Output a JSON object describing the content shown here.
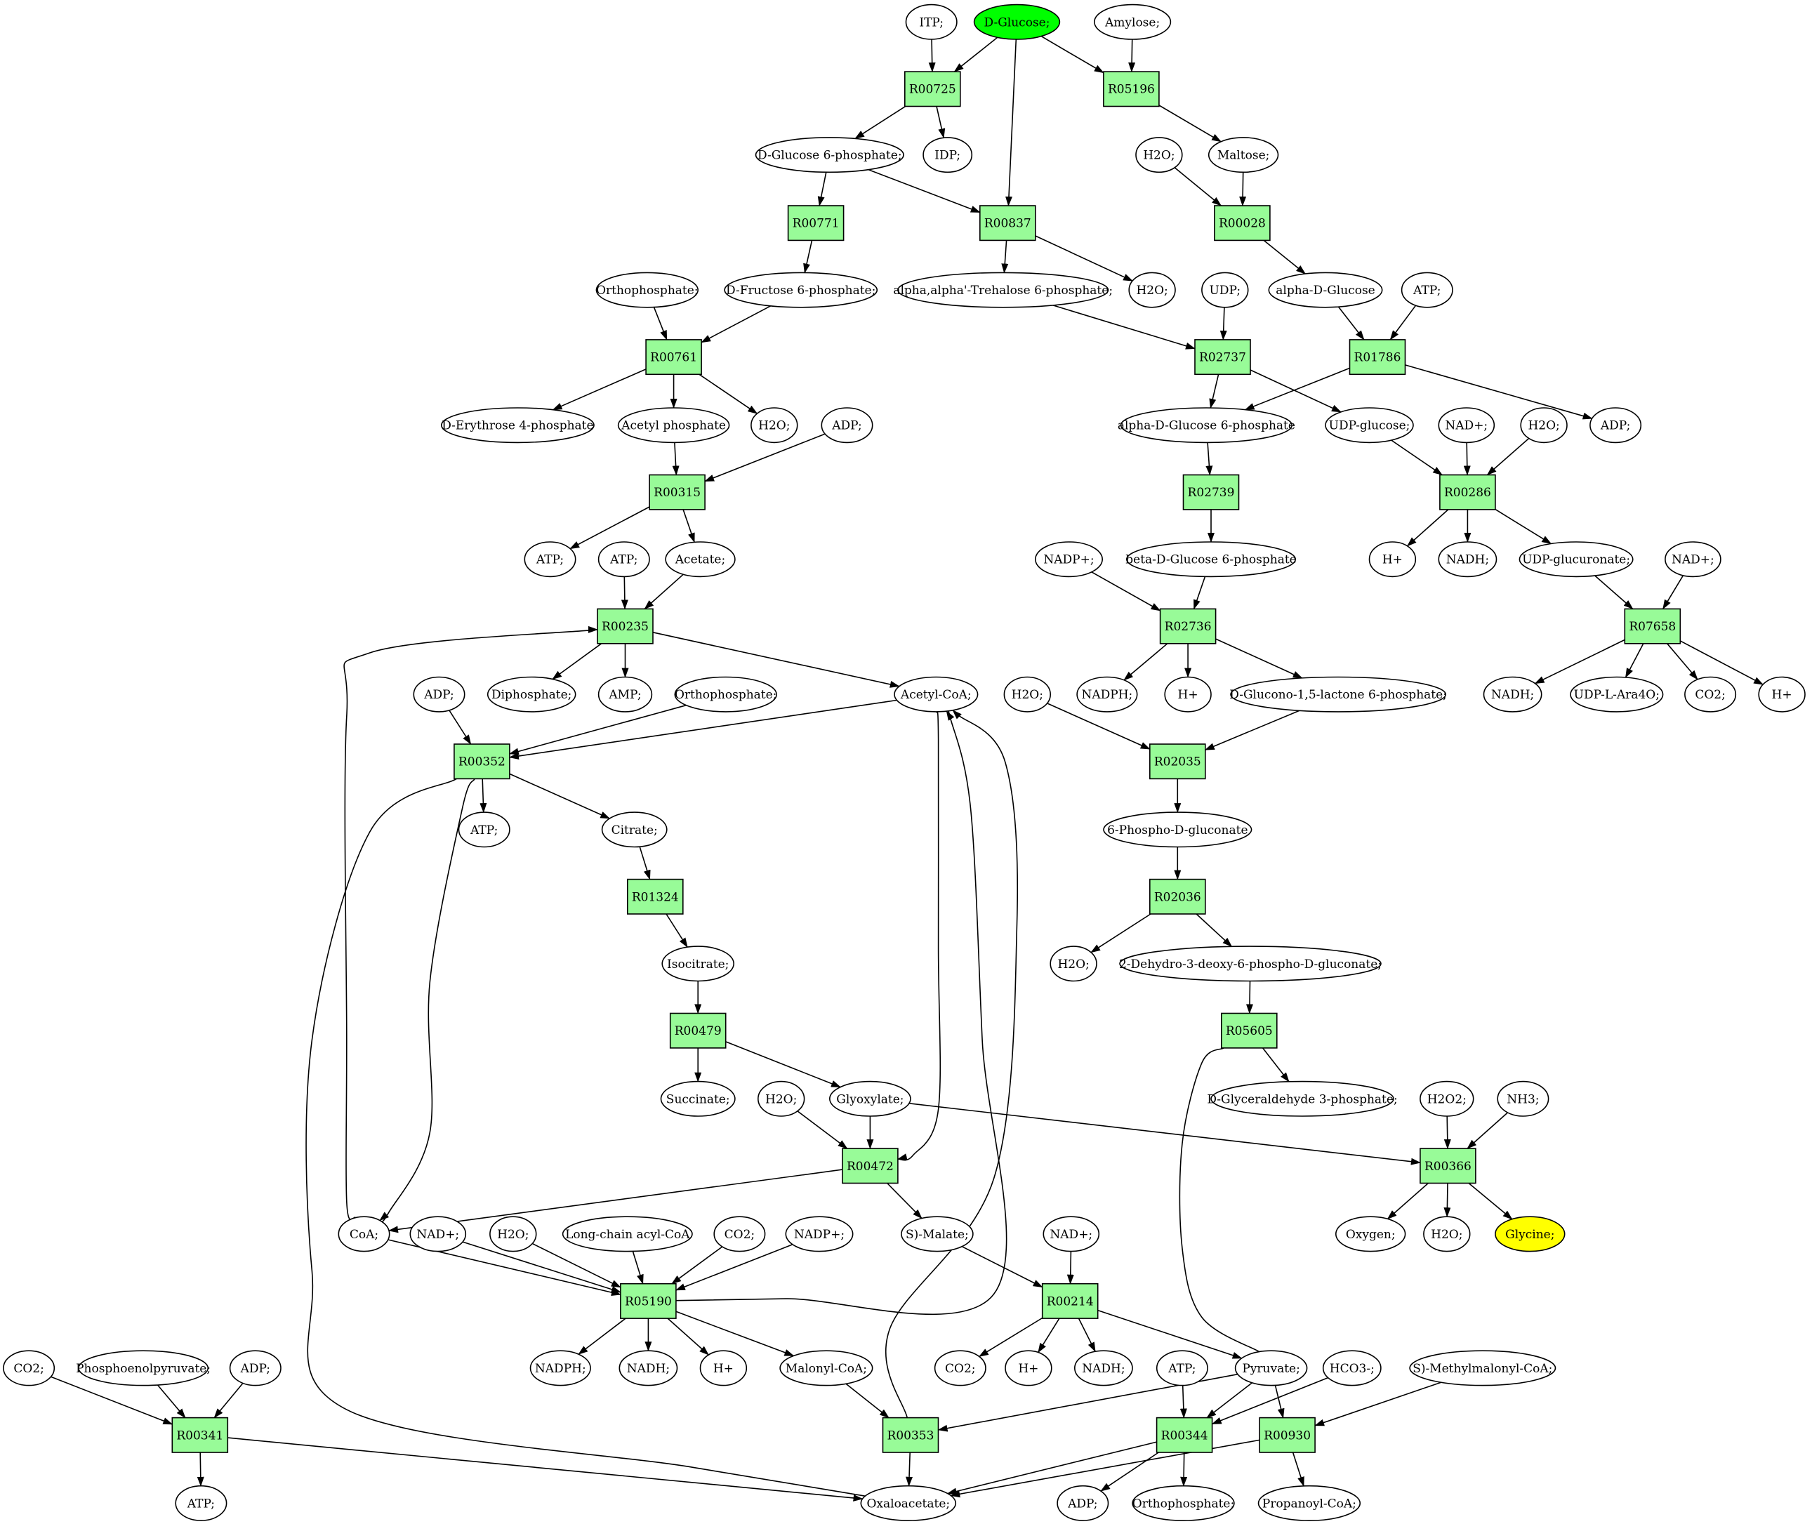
{
  "colors": {
    "reaction": "#98fb98",
    "compound": "#ffffff",
    "start": "#00ff00",
    "target": "#ffff00",
    "stroke": "#000000"
  },
  "nodes": [
    {
      "id": "c_itp",
      "kind": "compound",
      "label": "ITP;"
    },
    {
      "id": "c_dglucose",
      "kind": "compound",
      "label": "D-Glucose;",
      "role": "start"
    },
    {
      "id": "c_amylose",
      "kind": "compound",
      "label": "Amylose;"
    },
    {
      "id": "r_R00725",
      "kind": "reaction",
      "label": "R00725"
    },
    {
      "id": "r_R05196",
      "kind": "reaction",
      "label": "R05196"
    },
    {
      "id": "c_g6p",
      "kind": "compound",
      "label": "D-Glucose 6-phosphate;"
    },
    {
      "id": "c_idp",
      "kind": "compound",
      "label": "IDP;"
    },
    {
      "id": "c_h2o_a",
      "kind": "compound",
      "label": "H2O;"
    },
    {
      "id": "c_maltose",
      "kind": "compound",
      "label": "Maltose;"
    },
    {
      "id": "r_R00771",
      "kind": "reaction",
      "label": "R00771"
    },
    {
      "id": "r_R00837",
      "kind": "reaction",
      "label": "R00837"
    },
    {
      "id": "r_R00028",
      "kind": "reaction",
      "label": "R00028"
    },
    {
      "id": "c_ortho_a",
      "kind": "compound",
      "label": "Orthophosphate;"
    },
    {
      "id": "c_f6p",
      "kind": "compound",
      "label": "D-Fructose 6-phosphate;"
    },
    {
      "id": "c_trehalose6p",
      "kind": "compound",
      "label": "alpha,alpha'-Trehalose 6-phosphate;"
    },
    {
      "id": "c_h2o_b",
      "kind": "compound",
      "label": "H2O;"
    },
    {
      "id": "c_udp",
      "kind": "compound",
      "label": "UDP;"
    },
    {
      "id": "c_adglucose",
      "kind": "compound",
      "label": "alpha-D-Glucose"
    },
    {
      "id": "c_atp_a",
      "kind": "compound",
      "label": "ATP;"
    },
    {
      "id": "r_R00761",
      "kind": "reaction",
      "label": "R00761"
    },
    {
      "id": "r_R02737",
      "kind": "reaction",
      "label": "R02737"
    },
    {
      "id": "r_R01786",
      "kind": "reaction",
      "label": "R01786"
    },
    {
      "id": "c_e4p",
      "kind": "compound",
      "label": "D-Erythrose 4-phosphate"
    },
    {
      "id": "c_acetylp",
      "kind": "compound",
      "label": "Acetyl phosphate"
    },
    {
      "id": "c_h2o_c",
      "kind": "compound",
      "label": "H2O;"
    },
    {
      "id": "c_adp_a",
      "kind": "compound",
      "label": "ADP;"
    },
    {
      "id": "c_ag6p",
      "kind": "compound",
      "label": "alpha-D-Glucose 6-phosphate"
    },
    {
      "id": "c_udpglucose",
      "kind": "compound",
      "label": "UDP-glucose;"
    },
    {
      "id": "c_nadp_a",
      "kind": "compound",
      "label": "NAD+;"
    },
    {
      "id": "c_h2o_d",
      "kind": "compound",
      "label": "H2O;"
    },
    {
      "id": "c_adp_b",
      "kind": "compound",
      "label": "ADP;"
    },
    {
      "id": "r_R00315",
      "kind": "reaction",
      "label": "R00315"
    },
    {
      "id": "r_R02739",
      "kind": "reaction",
      "label": "R02739"
    },
    {
      "id": "r_R00286",
      "kind": "reaction",
      "label": "R00286"
    },
    {
      "id": "c_atp_b",
      "kind": "compound",
      "label": "ATP;"
    },
    {
      "id": "c_atp_c",
      "kind": "compound",
      "label": "ATP;"
    },
    {
      "id": "c_acetate",
      "kind": "compound",
      "label": "Acetate;"
    },
    {
      "id": "c_nadpplus_a",
      "kind": "compound",
      "label": "NADP+;"
    },
    {
      "id": "c_bg6p",
      "kind": "compound",
      "label": "beta-D-Glucose 6-phosphate"
    },
    {
      "id": "c_hplus_a",
      "kind": "compound",
      "label": "H+"
    },
    {
      "id": "c_nadh_a",
      "kind": "compound",
      "label": "NADH;"
    },
    {
      "id": "c_udpglucuronate",
      "kind": "compound",
      "label": "UDP-glucuronate;"
    },
    {
      "id": "c_nadp_b",
      "kind": "compound",
      "label": "NAD+;"
    },
    {
      "id": "r_R00235",
      "kind": "reaction",
      "label": "R00235"
    },
    {
      "id": "r_R02736",
      "kind": "reaction",
      "label": "R02736"
    },
    {
      "id": "r_R07658",
      "kind": "reaction",
      "label": "R07658"
    },
    {
      "id": "c_adp_c",
      "kind": "compound",
      "label": "ADP;"
    },
    {
      "id": "c_diphosphate",
      "kind": "compound",
      "label": "Diphosphate;"
    },
    {
      "id": "c_amp",
      "kind": "compound",
      "label": "AMP;"
    },
    {
      "id": "c_ortho_b",
      "kind": "compound",
      "label": "Orthophosphate;"
    },
    {
      "id": "c_acetylcoa",
      "kind": "compound",
      "label": "Acetyl-CoA;"
    },
    {
      "id": "c_h2o_e",
      "kind": "compound",
      "label": "H2O;"
    },
    {
      "id": "c_nadph_a",
      "kind": "compound",
      "label": "NADPH;"
    },
    {
      "id": "c_hplus_b",
      "kind": "compound",
      "label": "H+"
    },
    {
      "id": "c_gluconolactone",
      "kind": "compound",
      "label": "D-Glucono-1,5-lactone 6-phosphate;"
    },
    {
      "id": "c_nadh_b",
      "kind": "compound",
      "label": "NADH;"
    },
    {
      "id": "c_udpara",
      "kind": "compound",
      "label": "UDP-L-Ara4O;"
    },
    {
      "id": "c_co2_a",
      "kind": "compound",
      "label": "CO2;"
    },
    {
      "id": "c_hplus_c",
      "kind": "compound",
      "label": "H+"
    },
    {
      "id": "r_R00352",
      "kind": "reaction",
      "label": "R00352"
    },
    {
      "id": "r_R02035",
      "kind": "reaction",
      "label": "R02035"
    },
    {
      "id": "c_atp_d",
      "kind": "compound",
      "label": "ATP;"
    },
    {
      "id": "c_citrate",
      "kind": "compound",
      "label": "Citrate;"
    },
    {
      "id": "c_6pg",
      "kind": "compound",
      "label": "6-Phospho-D-gluconate"
    },
    {
      "id": "r_R01324",
      "kind": "reaction",
      "label": "R01324"
    },
    {
      "id": "r_R02036",
      "kind": "reaction",
      "label": "R02036"
    },
    {
      "id": "c_isocitrate",
      "kind": "compound",
      "label": "Isocitrate;"
    },
    {
      "id": "c_h2o_f",
      "kind": "compound",
      "label": "H2O;"
    },
    {
      "id": "c_kdpg",
      "kind": "compound",
      "label": "2-Dehydro-3-deoxy-6-phospho-D-gluconate;"
    },
    {
      "id": "r_R00479",
      "kind": "reaction",
      "label": "R00479"
    },
    {
      "id": "r_R05605",
      "kind": "reaction",
      "label": "R05605"
    },
    {
      "id": "c_succinate",
      "kind": "compound",
      "label": "Succinate;"
    },
    {
      "id": "c_h2o_g",
      "kind": "compound",
      "label": "H2O;"
    },
    {
      "id": "c_glyoxylate",
      "kind": "compound",
      "label": "Glyoxylate;"
    },
    {
      "id": "c_gap",
      "kind": "compound",
      "label": "D-Glyceraldehyde 3-phosphate;"
    },
    {
      "id": "c_h2o2",
      "kind": "compound",
      "label": "H2O2;"
    },
    {
      "id": "c_nh3",
      "kind": "compound",
      "label": "NH3;"
    },
    {
      "id": "r_R00472",
      "kind": "reaction",
      "label": "R00472"
    },
    {
      "id": "r_R00366",
      "kind": "reaction",
      "label": "R00366"
    },
    {
      "id": "c_coa",
      "kind": "compound",
      "label": "CoA;"
    },
    {
      "id": "c_nadp_c",
      "kind": "compound",
      "label": "NAD+;"
    },
    {
      "id": "c_h2o_h",
      "kind": "compound",
      "label": "H2O;"
    },
    {
      "id": "c_lcacylcoa",
      "kind": "compound",
      "label": "Long-chain acyl-CoA"
    },
    {
      "id": "c_co2_b",
      "kind": "compound",
      "label": "CO2;"
    },
    {
      "id": "c_nadpplus_b",
      "kind": "compound",
      "label": "NADP+;"
    },
    {
      "id": "c_smalate",
      "kind": "compound",
      "label": "S)-Malate;"
    },
    {
      "id": "c_nadp_d",
      "kind": "compound",
      "label": "NAD+;"
    },
    {
      "id": "c_oxygen",
      "kind": "compound",
      "label": "Oxygen;"
    },
    {
      "id": "c_h2o_i",
      "kind": "compound",
      "label": "H2O;"
    },
    {
      "id": "c_glycine",
      "kind": "compound",
      "label": "Glycine;",
      "role": "target"
    },
    {
      "id": "r_R05190",
      "kind": "reaction",
      "label": "R05190"
    },
    {
      "id": "r_R00214",
      "kind": "reaction",
      "label": "R00214"
    },
    {
      "id": "c_co2_c",
      "kind": "compound",
      "label": "CO2;"
    },
    {
      "id": "c_pep",
      "kind": "compound",
      "label": "Phosphoenolpyruvate;"
    },
    {
      "id": "c_adp_d",
      "kind": "compound",
      "label": "ADP;"
    },
    {
      "id": "c_nadph_b",
      "kind": "compound",
      "label": "NADPH;"
    },
    {
      "id": "c_nadh_c",
      "kind": "compound",
      "label": "NADH;"
    },
    {
      "id": "c_hplus_d",
      "kind": "compound",
      "label": "H+"
    },
    {
      "id": "c_malonylcoa",
      "kind": "compound",
      "label": "Malonyl-CoA;"
    },
    {
      "id": "c_co2_d",
      "kind": "compound",
      "label": "CO2;"
    },
    {
      "id": "c_hplus_e",
      "kind": "compound",
      "label": "H+"
    },
    {
      "id": "c_nadh_d",
      "kind": "compound",
      "label": "NADH;"
    },
    {
      "id": "c_atp_e",
      "kind": "compound",
      "label": "ATP;"
    },
    {
      "id": "c_pyruvate",
      "kind": "compound",
      "label": "Pyruvate;"
    },
    {
      "id": "c_hco3",
      "kind": "compound",
      "label": "HCO3-;"
    },
    {
      "id": "c_smethylmalonylcoa",
      "kind": "compound",
      "label": "S)-Methylmalonyl-CoA;"
    },
    {
      "id": "r_R00341",
      "kind": "reaction",
      "label": "R00341"
    },
    {
      "id": "r_R00353",
      "kind": "reaction",
      "label": "R00353"
    },
    {
      "id": "r_R00344",
      "kind": "reaction",
      "label": "R00344"
    },
    {
      "id": "r_R00930",
      "kind": "reaction",
      "label": "R00930"
    },
    {
      "id": "c_atp_f",
      "kind": "compound",
      "label": "ATP;"
    },
    {
      "id": "c_oxaloacetate",
      "kind": "compound",
      "label": "Oxaloacetate;"
    },
    {
      "id": "c_adp_e",
      "kind": "compound",
      "label": "ADP;"
    },
    {
      "id": "c_ortho_c",
      "kind": "compound",
      "label": "Orthophosphate;"
    },
    {
      "id": "c_propanoylcoa",
      "kind": "compound",
      "label": "Propanoyl-CoA;"
    }
  ],
  "edges": [
    [
      "c_itp",
      "r_R00725"
    ],
    [
      "c_dglucose",
      "r_R00725"
    ],
    [
      "c_dglucose",
      "r_R05196"
    ],
    [
      "c_amylose",
      "r_R05196"
    ],
    [
      "c_dglucose",
      "r_R00837"
    ],
    [
      "r_R00725",
      "c_g6p"
    ],
    [
      "r_R00725",
      "c_idp"
    ],
    [
      "r_R05196",
      "c_maltose"
    ],
    [
      "c_g6p",
      "r_R00771"
    ],
    [
      "c_g6p",
      "r_R00837"
    ],
    [
      "c_h2o_a",
      "r_R00028"
    ],
    [
      "c_maltose",
      "r_R00028"
    ],
    [
      "r_R00771",
      "c_f6p"
    ],
    [
      "r_R00837",
      "c_trehalose6p"
    ],
    [
      "r_R00837",
      "c_h2o_b"
    ],
    [
      "r_R00028",
      "c_adglucose"
    ],
    [
      "c_ortho_a",
      "r_R00761"
    ],
    [
      "c_f6p",
      "r_R00761"
    ],
    [
      "c_trehalose6p",
      "r_R02737"
    ],
    [
      "c_udp",
      "r_R02737"
    ],
    [
      "c_adglucose",
      "r_R01786"
    ],
    [
      "c_atp_a",
      "r_R01786"
    ],
    [
      "r_R00761",
      "c_e4p"
    ],
    [
      "r_R00761",
      "c_acetylp"
    ],
    [
      "r_R00761",
      "c_h2o_c"
    ],
    [
      "r_R02737",
      "c_ag6p"
    ],
    [
      "r_R02737",
      "c_udpglucose"
    ],
    [
      "r_R01786",
      "c_ag6p"
    ],
    [
      "r_R01786",
      "c_adp_b"
    ],
    [
      "c_acetylp",
      "r_R00315"
    ],
    [
      "c_adp_a",
      "r_R00315"
    ],
    [
      "c_ag6p",
      "r_R02739"
    ],
    [
      "c_udpglucose",
      "r_R00286"
    ],
    [
      "c_nadp_a",
      "r_R00286"
    ],
    [
      "c_h2o_d",
      "r_R00286"
    ],
    [
      "r_R00315",
      "c_atp_b"
    ],
    [
      "r_R00315",
      "c_acetate"
    ],
    [
      "r_R02739",
      "c_bg6p"
    ],
    [
      "r_R00286",
      "c_hplus_a"
    ],
    [
      "r_R00286",
      "c_nadh_a"
    ],
    [
      "r_R00286",
      "c_udpglucuronate"
    ],
    [
      "c_atp_c",
      "r_R00235"
    ],
    [
      "c_acetate",
      "r_R00235"
    ],
    [
      "c_nadpplus_a",
      "r_R02736"
    ],
    [
      "c_bg6p",
      "r_R02736"
    ],
    [
      "c_udpglucuronate",
      "r_R07658"
    ],
    [
      "c_nadp_b",
      "r_R07658"
    ],
    [
      "r_R00235",
      "c_diphosphate"
    ],
    [
      "r_R00235",
      "c_amp"
    ],
    [
      "r_R00235",
      "c_acetylcoa"
    ],
    [
      "r_R02736",
      "c_nadph_a"
    ],
    [
      "r_R02736",
      "c_hplus_b"
    ],
    [
      "r_R02736",
      "c_gluconolactone"
    ],
    [
      "r_R07658",
      "c_nadh_b"
    ],
    [
      "r_R07658",
      "c_udpara"
    ],
    [
      "r_R07658",
      "c_co2_a"
    ],
    [
      "r_R07658",
      "c_hplus_c"
    ],
    [
      "c_adp_c",
      "r_R00352"
    ],
    [
      "c_ortho_b",
      "r_R00352"
    ],
    [
      "c_acetylcoa",
      "r_R00352"
    ],
    [
      "c_h2o_e",
      "r_R02035"
    ],
    [
      "c_gluconolactone",
      "r_R02035"
    ],
    [
      "r_R00352",
      "c_atp_d"
    ],
    [
      "r_R00352",
      "c_citrate"
    ],
    [
      "r_R02035",
      "c_6pg"
    ],
    [
      "c_citrate",
      "r_R01324"
    ],
    [
      "c_6pg",
      "r_R02036"
    ],
    [
      "r_R01324",
      "c_isocitrate"
    ],
    [
      "r_R02036",
      "c_h2o_f"
    ],
    [
      "r_R02036",
      "c_kdpg"
    ],
    [
      "c_isocitrate",
      "r_R00479"
    ],
    [
      "c_kdpg",
      "r_R05605"
    ],
    [
      "r_R00479",
      "c_succinate"
    ],
    [
      "r_R00479",
      "c_glyoxylate"
    ],
    [
      "r_R05605",
      "c_gap"
    ],
    [
      "c_h2o_g",
      "r_R00472"
    ],
    [
      "c_glyoxylate",
      "r_R00472"
    ],
    [
      "c_glyoxylate",
      "r_R00366"
    ],
    [
      "c_h2o2",
      "r_R00366"
    ],
    [
      "c_nh3",
      "r_R00366"
    ],
    [
      "r_R00472",
      "c_coa"
    ],
    [
      "r_R00472",
      "c_smalate"
    ],
    [
      "r_R00366",
      "c_oxygen"
    ],
    [
      "r_R00366",
      "c_h2o_i"
    ],
    [
      "r_R00366",
      "c_glycine"
    ],
    [
      "c_coa",
      "r_R05190"
    ],
    [
      "c_nadp_c",
      "r_R05190"
    ],
    [
      "c_h2o_h",
      "r_R05190"
    ],
    [
      "c_lcacylcoa",
      "r_R05190"
    ],
    [
      "c_co2_b",
      "r_R05190"
    ],
    [
      "c_nadpplus_b",
      "r_R05190"
    ],
    [
      "c_smalate",
      "r_R00214"
    ],
    [
      "c_nadp_d",
      "r_R00214"
    ],
    [
      "r_R05190",
      "c_nadph_b"
    ],
    [
      "r_R05190",
      "c_nadh_c"
    ],
    [
      "r_R05190",
      "c_hplus_d"
    ],
    [
      "r_R05190",
      "c_malonylcoa"
    ],
    [
      "r_R00214",
      "c_co2_d"
    ],
    [
      "r_R00214",
      "c_hplus_e"
    ],
    [
      "r_R00214",
      "c_nadh_d"
    ],
    [
      "r_R00214",
      "c_pyruvate"
    ],
    [
      "c_co2_c",
      "r_R00341"
    ],
    [
      "c_pep",
      "r_R00341"
    ],
    [
      "c_adp_d",
      "r_R00341"
    ],
    [
      "c_malonylcoa",
      "r_R00353"
    ],
    [
      "c_pyruvate",
      "r_R00353"
    ],
    [
      "c_atp_e",
      "r_R00344"
    ],
    [
      "c_pyruvate",
      "r_R00344"
    ],
    [
      "c_hco3",
      "r_R00344"
    ],
    [
      "c_pyruvate",
      "r_R00930"
    ],
    [
      "c_smethylmalonylcoa",
      "r_R00930"
    ],
    [
      "r_R00341",
      "c_atp_f"
    ],
    [
      "r_R00341",
      "c_oxaloacetate"
    ],
    [
      "r_R00353",
      "c_oxaloacetate"
    ],
    [
      "r_R00344",
      "c_oxaloacetate"
    ],
    [
      "r_R00344",
      "c_adp_e"
    ],
    [
      "r_R00344",
      "c_ortho_c"
    ],
    [
      "r_R00930",
      "c_oxaloacetate"
    ],
    [
      "r_R00930",
      "c_propanoylcoa"
    ],
    [
      "c_acetylcoa",
      "r_R00472"
    ],
    [
      "r_R05190",
      "c_acetylcoa"
    ],
    [
      "r_R00353",
      "c_acetylcoa"
    ],
    [
      "c_coa",
      "r_R00235"
    ],
    [
      "r_R00352",
      "c_coa"
    ],
    [
      "c_oxaloacetate",
      "r_R00352"
    ],
    [
      "r_R05605",
      "c_pyruvate"
    ]
  ]
}
